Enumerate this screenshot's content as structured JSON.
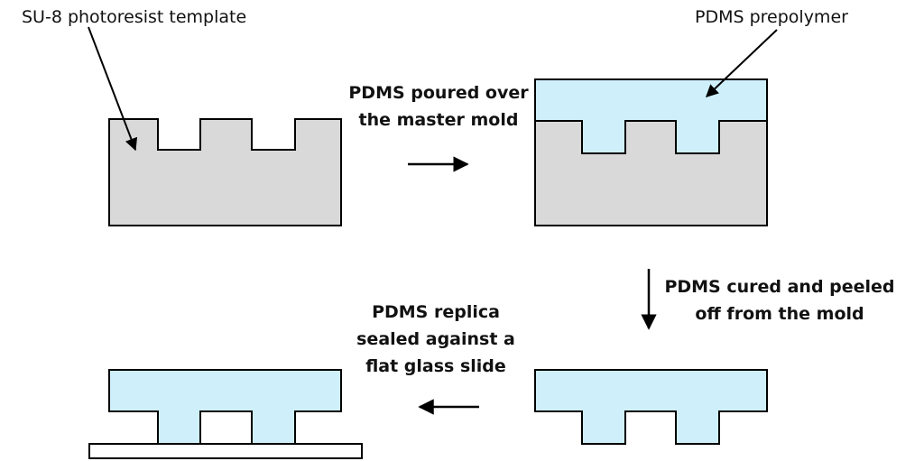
{
  "colors": {
    "template_fill": "#d9d9d9",
    "pdms_fill": "#cff0fb",
    "glass_fill": "#ffffff",
    "outline": "#000000"
  },
  "labels": {
    "template": "SU-8 photoresist template",
    "prepolymer": "PDMS prepolymer"
  },
  "steps": {
    "pour": {
      "lines": [
        "PDMS poured over",
        "the master mold"
      ],
      "arrow": "right"
    },
    "cure": {
      "lines": [
        "PDMS cured and peeled",
        "off from the mold"
      ],
      "arrow": "down"
    },
    "seal": {
      "lines": [
        "PDMS replica",
        "sealed against a",
        "flat glass slide"
      ],
      "arrow": "left"
    }
  }
}
